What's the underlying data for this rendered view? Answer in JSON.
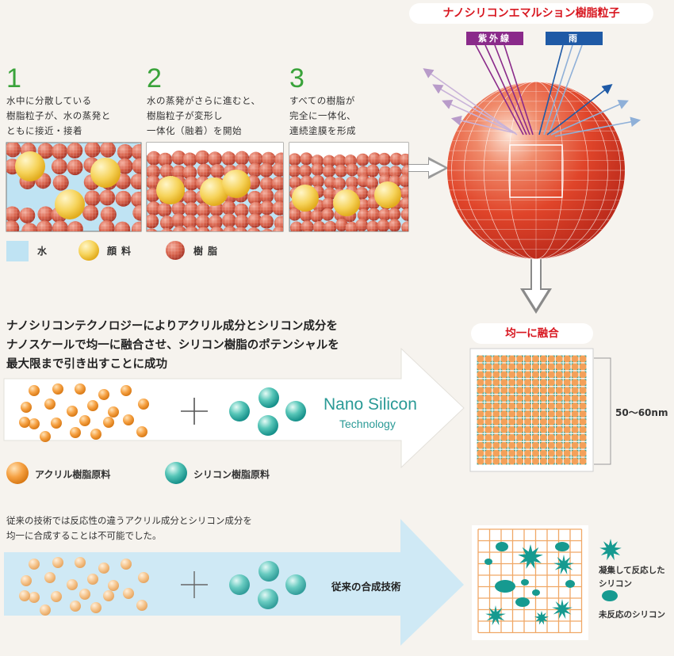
{
  "title": "ナノシリコンエマルション樹脂粒子",
  "rays": {
    "uv_label": "紫外線",
    "rain_label": "雨"
  },
  "steps": [
    {
      "num": "1",
      "text": "水中に分散している\n樹脂粒子が、水の蒸発と\nともに接近・接着"
    },
    {
      "num": "2",
      "text": "水の蒸発がさらに進むと、\n樹脂粒子が変形し\n一体化（融着）を開始"
    },
    {
      "num": "3",
      "text": "すべての樹脂が\n完全に一体化、\n連続塗膜を形成"
    }
  ],
  "legend_top": {
    "water": "水",
    "pigment": "顔料",
    "resin": "樹脂"
  },
  "headline": "ナノシリコンテクノロジーによりアクリル成分とシリコン成分を\nナノスケールで均一に融合させ、シリコン樹脂のポテンシャルを\n最大限まで引き出すことに成功",
  "fusion_label": "均一に融合",
  "nano_tech": {
    "line1": "Nano Silicon",
    "line2": "Technology"
  },
  "size_label": "50〜60nm",
  "legend_mid": {
    "acrylic": "アクリル樹脂原料",
    "silicon": "シリコン樹脂原料"
  },
  "conventional": {
    "note": "従来の技術では反応性の違うアクリル成分とシリコン成分を\n均一に合成することは不可能でした。",
    "label": "従来の合成技術",
    "legend_aggregated": "凝集して反応した\nシリコン",
    "legend_unreacted": "未反応のシリコン"
  },
  "colors": {
    "green": "#3aa33a",
    "red_title": "#d8161f",
    "uv": "#8a2a8a",
    "rain": "#1f5aa6",
    "teal": "#1a9a8a",
    "orange": "#f0942a",
    "light_blue": "#bfe3f3"
  }
}
